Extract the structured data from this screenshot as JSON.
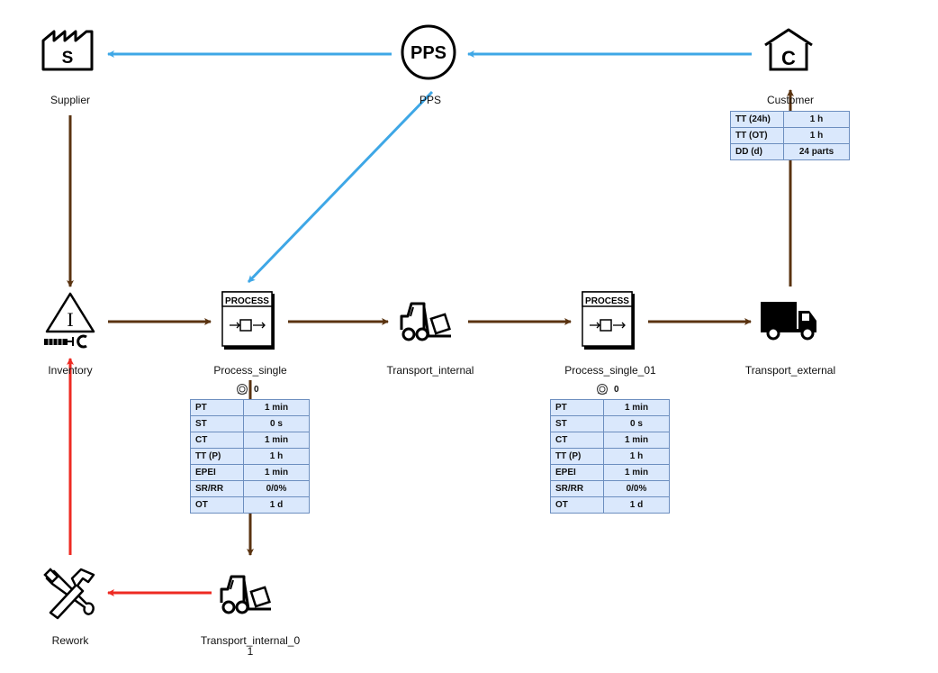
{
  "colors": {
    "material_flow": "#5a3310",
    "information_flow": "#3ea7e6",
    "rework_flow": "#ee2a22",
    "infobox_fill": "#dae8fc",
    "infobox_border": "#6c8ebf"
  },
  "nodes": {
    "supplier": {
      "label": "Supplier",
      "icon": "factory-icon",
      "glyph": "S"
    },
    "pps": {
      "label": "PPS",
      "icon": "pps-circle-icon",
      "glyph": "PPS"
    },
    "customer": {
      "label": "Customer",
      "icon": "customer-house-icon",
      "glyph": "C"
    },
    "inventory": {
      "label": "Inventory",
      "icon": "inventory-triangle-icon",
      "glyph": "I"
    },
    "process_single": {
      "label": "Process_single",
      "icon": "process-box-icon",
      "header": "PROCESS"
    },
    "transport_internal": {
      "label": "Transport_internal",
      "icon": "forklift-icon"
    },
    "process_single_01": {
      "label": "Process_single_01",
      "icon": "process-box-icon",
      "header": "PROCESS"
    },
    "transport_external": {
      "label": "Transport_external",
      "icon": "truck-icon"
    },
    "rework": {
      "label": "Rework",
      "icon": "tools-icon"
    },
    "transport_internal_01": {
      "label_line1": "Transport_internal_0",
      "label_line2": "1",
      "icon": "forklift-icon"
    }
  },
  "customer_table": [
    {
      "key": "TT (24h)",
      "value": "1 h"
    },
    {
      "key": "TT (OT)",
      "value": "1 h"
    },
    {
      "key": "DD (d)",
      "value": "24 parts"
    }
  ],
  "process_single_ops": {
    "icon": "operator-icon",
    "count": "0"
  },
  "process_single_table": [
    {
      "key": "PT",
      "value": "1 min"
    },
    {
      "key": "ST",
      "value": "0 s"
    },
    {
      "key": "CT",
      "value": "1 min"
    },
    {
      "key": "TT (P)",
      "value": "1 h"
    },
    {
      "key": "EPEI",
      "value": "1 min"
    },
    {
      "key": "SR/RR",
      "value": "0/0%"
    },
    {
      "key": "OT",
      "value": "1 d"
    }
  ],
  "process_single_01_ops": {
    "icon": "operator-icon",
    "count": "0"
  },
  "process_single_01_table": [
    {
      "key": "PT",
      "value": "1 min"
    },
    {
      "key": "ST",
      "value": "0 s"
    },
    {
      "key": "CT",
      "value": "1 min"
    },
    {
      "key": "TT (P)",
      "value": "1 h"
    },
    {
      "key": "EPEI",
      "value": "1 min"
    },
    {
      "key": "SR/RR",
      "value": "0/0%"
    },
    {
      "key": "OT",
      "value": "1 d"
    }
  ]
}
